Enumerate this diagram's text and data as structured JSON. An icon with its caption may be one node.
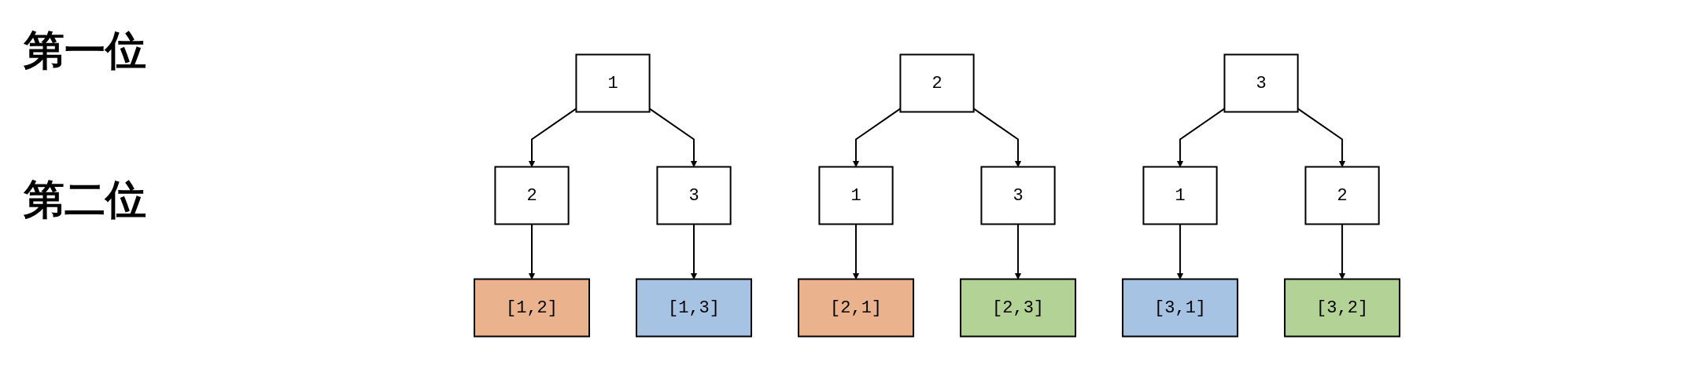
{
  "diagram": {
    "nodes": [
      {
        "text": [
          "1"
        ]
      },
      {
        "text": [
          "2"
        ]
      },
      {
        "text": [
          "3"
        ]
      },
      {
        "text": [
          "2"
        ]
      },
      {
        "text": [
          "3"
        ]
      },
      {
        "text": [
          "1"
        ]
      },
      {
        "text": [
          "3"
        ]
      },
      {
        "text": [
          "1"
        ]
      },
      {
        "text": [
          "2"
        ]
      },
      {
        "text": [
          "[1,2]"
        ]
      },
      {
        "text": [
          "[1,3]"
        ]
      },
      {
        "text": [
          "[2,1]"
        ]
      },
      {
        "text": [
          "[2,3]"
        ]
      },
      {
        "text": [
          "[3,1]"
        ]
      },
      {
        "text": [
          "[3,2]"
        ]
      }
    ],
    "edges": [
      {
        "from": 0,
        "to": 3,
        "arrow": "to"
      },
      {
        "from": 0,
        "to": 4,
        "arrow": "to"
      },
      {
        "from": 3,
        "to": 9,
        "arrow": "to"
      },
      {
        "from": 4,
        "to": 10,
        "arrow": "to"
      },
      {
        "from": 1,
        "to": 5,
        "arrow": "to"
      },
      {
        "from": 1,
        "to": 6,
        "arrow": "to"
      },
      {
        "from": 5,
        "to": 11,
        "arrow": "to"
      },
      {
        "from": 6,
        "to": 12,
        "arrow": "to"
      },
      {
        "from": 2,
        "to": 7,
        "arrow": "to"
      },
      {
        "from": 2,
        "to": 8,
        "arrow": "to"
      },
      {
        "from": 7,
        "to": 13,
        "arrow": "to"
      },
      {
        "from": 8,
        "to": 14,
        "arrow": "to"
      }
    ],
    "labels": [
      "第一位",
      "第二位"
    ]
  }
}
